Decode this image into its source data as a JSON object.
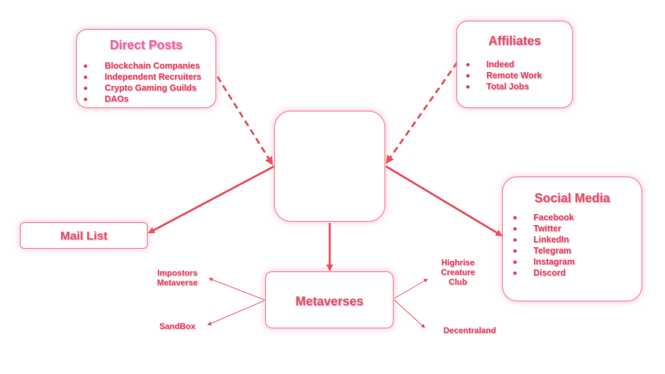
{
  "direct_posts": {
    "title": "Direct Posts",
    "items": [
      "Blockchain Companies",
      "Independent Recruiters",
      "Crypto Gaming Guilds",
      "DAOs"
    ]
  },
  "affiliates": {
    "title": "Affiliates",
    "items": [
      "Indeed",
      "Remote Work",
      "Total Jobs"
    ]
  },
  "social_media": {
    "title": "Social Media",
    "items": [
      "Facebook",
      "Twitter",
      "LinkedIn",
      "Telegram",
      "Instagram",
      "Discord"
    ]
  },
  "mail_list": {
    "title": "Mail List"
  },
  "metaverses": {
    "title": "Metaverses",
    "left_targets": [
      "Impostors\nMetaverse",
      "SandBox"
    ],
    "right_targets": [
      "Highrise\nCreature\nClub",
      "Decentraland"
    ]
  },
  "colors": {
    "accent": "#e8505f",
    "title_pink": "#e2506e",
    "direct_posts_title": "#f062a8",
    "border": "#f07a92"
  }
}
